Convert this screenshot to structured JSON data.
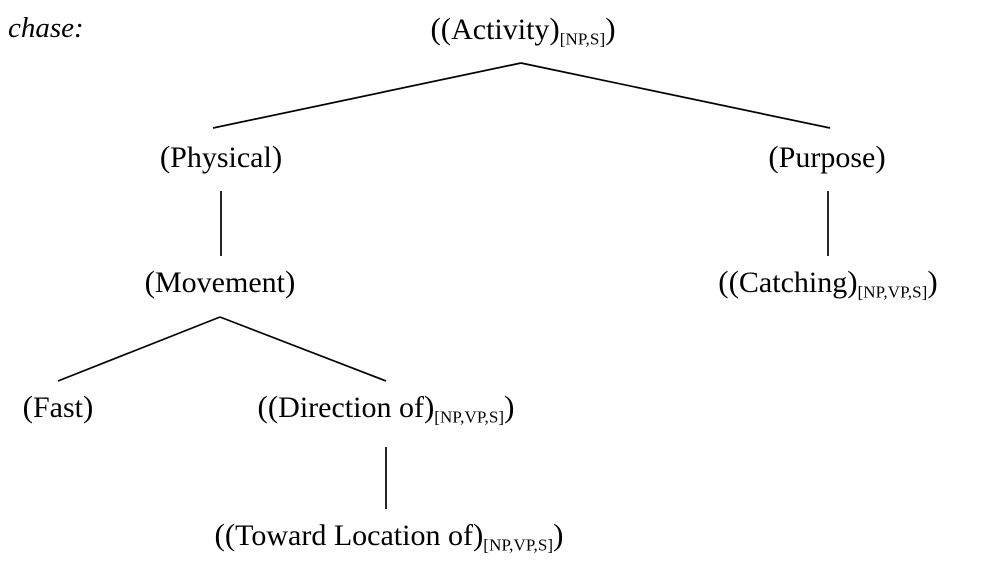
{
  "figure": {
    "kind": "semantic-decomposition-tree",
    "lemma": "chase:",
    "background_color": "#ffffff",
    "line_color": "#000000",
    "text_color": "#000000"
  },
  "nodes": {
    "activity": {
      "open": "((",
      "label": "Activity",
      "close_inner": ")",
      "features": "[NP,S]",
      "close_outer": ")"
    },
    "physical": {
      "open": "(",
      "label": "Physical",
      "close_inner": ")",
      "features": "",
      "close_outer": ""
    },
    "purpose": {
      "open": "(",
      "label": "Purpose",
      "close_inner": ")",
      "features": "",
      "close_outer": ""
    },
    "movement": {
      "open": "(",
      "label": "Movement",
      "close_inner": ")",
      "features": "",
      "close_outer": ""
    },
    "catching": {
      "open": "((",
      "label": "Catching",
      "close_inner": ")",
      "features": "[NP,VP,S]",
      "close_outer": ")"
    },
    "fast": {
      "open": "(",
      "label": "Fast",
      "close_inner": ")",
      "features": "",
      "close_outer": ""
    },
    "direction_of": {
      "open": "((",
      "label": "Direction of",
      "close_inner": ")",
      "features": "[NP,VP,S]",
      "close_outer": ")"
    },
    "toward_location_of": {
      "open": "((",
      "label": "Toward Location of",
      "close_inner": ")",
      "features": "[NP,VP,S]",
      "close_outer": ")"
    }
  },
  "tree": {
    "root": "activity",
    "edges": [
      {
        "from": "activity",
        "to": "physical"
      },
      {
        "from": "activity",
        "to": "purpose"
      },
      {
        "from": "physical",
        "to": "movement"
      },
      {
        "from": "purpose",
        "to": "catching"
      },
      {
        "from": "movement",
        "to": "fast"
      },
      {
        "from": "movement",
        "to": "direction_of"
      },
      {
        "from": "direction_of",
        "to": "toward_location_of"
      }
    ]
  }
}
